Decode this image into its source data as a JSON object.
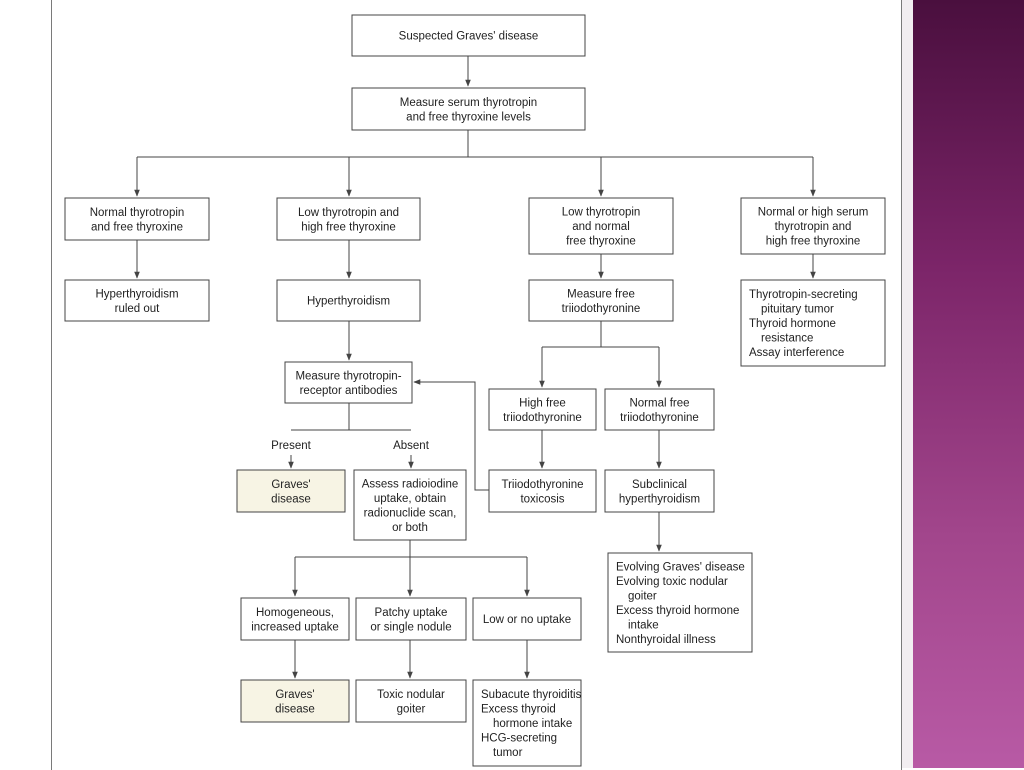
{
  "slide": {
    "accent_colors": [
      "#4a0f3e",
      "#7c2569",
      "#b85aa5"
    ]
  },
  "nodes": [
    {
      "id": "suspected",
      "lines": [
        "Suspected Graves' disease"
      ],
      "highlight": false
    },
    {
      "id": "measure_tsh",
      "lines": [
        "Measure serum thyrotropin",
        "and free thyroxine levels"
      ],
      "highlight": false
    },
    {
      "id": "normal_tsh",
      "lines": [
        "Normal thyrotropin",
        "and free thyroxine"
      ],
      "highlight": false
    },
    {
      "id": "low_tsh_high_t4",
      "lines": [
        "Low thyrotropin and",
        "high free thyroxine"
      ],
      "highlight": false
    },
    {
      "id": "low_tsh_normal_t4",
      "lines": [
        "Low thyrotropin",
        "and normal",
        "free thyroxine"
      ],
      "highlight": false
    },
    {
      "id": "high_tsh",
      "lines": [
        "Normal or high serum",
        "thyrotropin and",
        "high free thyroxine"
      ],
      "highlight": false
    },
    {
      "id": "ruled_out",
      "lines": [
        "Hyperthyroidism",
        "ruled out"
      ],
      "highlight": false
    },
    {
      "id": "hyperthyroidism",
      "lines": [
        "Hyperthyroidism"
      ],
      "highlight": false
    },
    {
      "id": "measure_t3",
      "lines": [
        "Measure free",
        "triiodothyronine"
      ],
      "highlight": false
    },
    {
      "id": "tsh_secreting",
      "lines": [
        "Thyrotropin-secreting",
        "   pituitary tumor",
        "Thyroid hormone",
        "   resistance",
        "Assay interference"
      ],
      "highlight": false,
      "align": "left"
    },
    {
      "id": "measure_trab",
      "lines": [
        "Measure thyrotropin-",
        "receptor antibodies"
      ],
      "highlight": false
    },
    {
      "id": "high_t3",
      "lines": [
        "High free",
        "triiodothyronine"
      ],
      "highlight": false
    },
    {
      "id": "normal_t3",
      "lines": [
        "Normal free",
        "triiodothyronine"
      ],
      "highlight": false
    },
    {
      "id": "graves1",
      "lines": [
        "Graves'",
        "disease"
      ],
      "highlight": true
    },
    {
      "id": "assess",
      "lines": [
        "Assess radioiodine",
        "uptake, obtain",
        "radionuclide scan,",
        "or both"
      ],
      "highlight": false
    },
    {
      "id": "t3_toxicosis",
      "lines": [
        "Triiodothyronine",
        "toxicosis"
      ],
      "highlight": false
    },
    {
      "id": "subclinical",
      "lines": [
        "Subclinical",
        "hyperthyroidism"
      ],
      "highlight": false
    },
    {
      "id": "evolving",
      "lines": [
        "Evolving Graves' disease",
        "Evolving toxic nodular",
        "   goiter",
        "Excess thyroid hormone",
        "   intake",
        "Nonthyroidal illness"
      ],
      "highlight": false,
      "align": "left"
    },
    {
      "id": "homogeneous",
      "lines": [
        "Homogeneous,",
        "increased uptake"
      ],
      "highlight": false
    },
    {
      "id": "patchy",
      "lines": [
        "Patchy uptake",
        "or single nodule"
      ],
      "highlight": false
    },
    {
      "id": "low_uptake",
      "lines": [
        "Low or no uptake"
      ],
      "highlight": false
    },
    {
      "id": "graves2",
      "lines": [
        "Graves'",
        "disease"
      ],
      "highlight": true
    },
    {
      "id": "toxic_goiter",
      "lines": [
        "Toxic nodular",
        "goiter"
      ],
      "highlight": false
    },
    {
      "id": "subacute",
      "lines": [
        "Subacute thyroiditis",
        "Excess thyroid",
        "   hormone intake",
        "HCG-secreting",
        "   tumor"
      ],
      "highlight": false,
      "align": "left"
    }
  ],
  "edge_labels": {
    "present": "Present",
    "absent": "Absent"
  }
}
